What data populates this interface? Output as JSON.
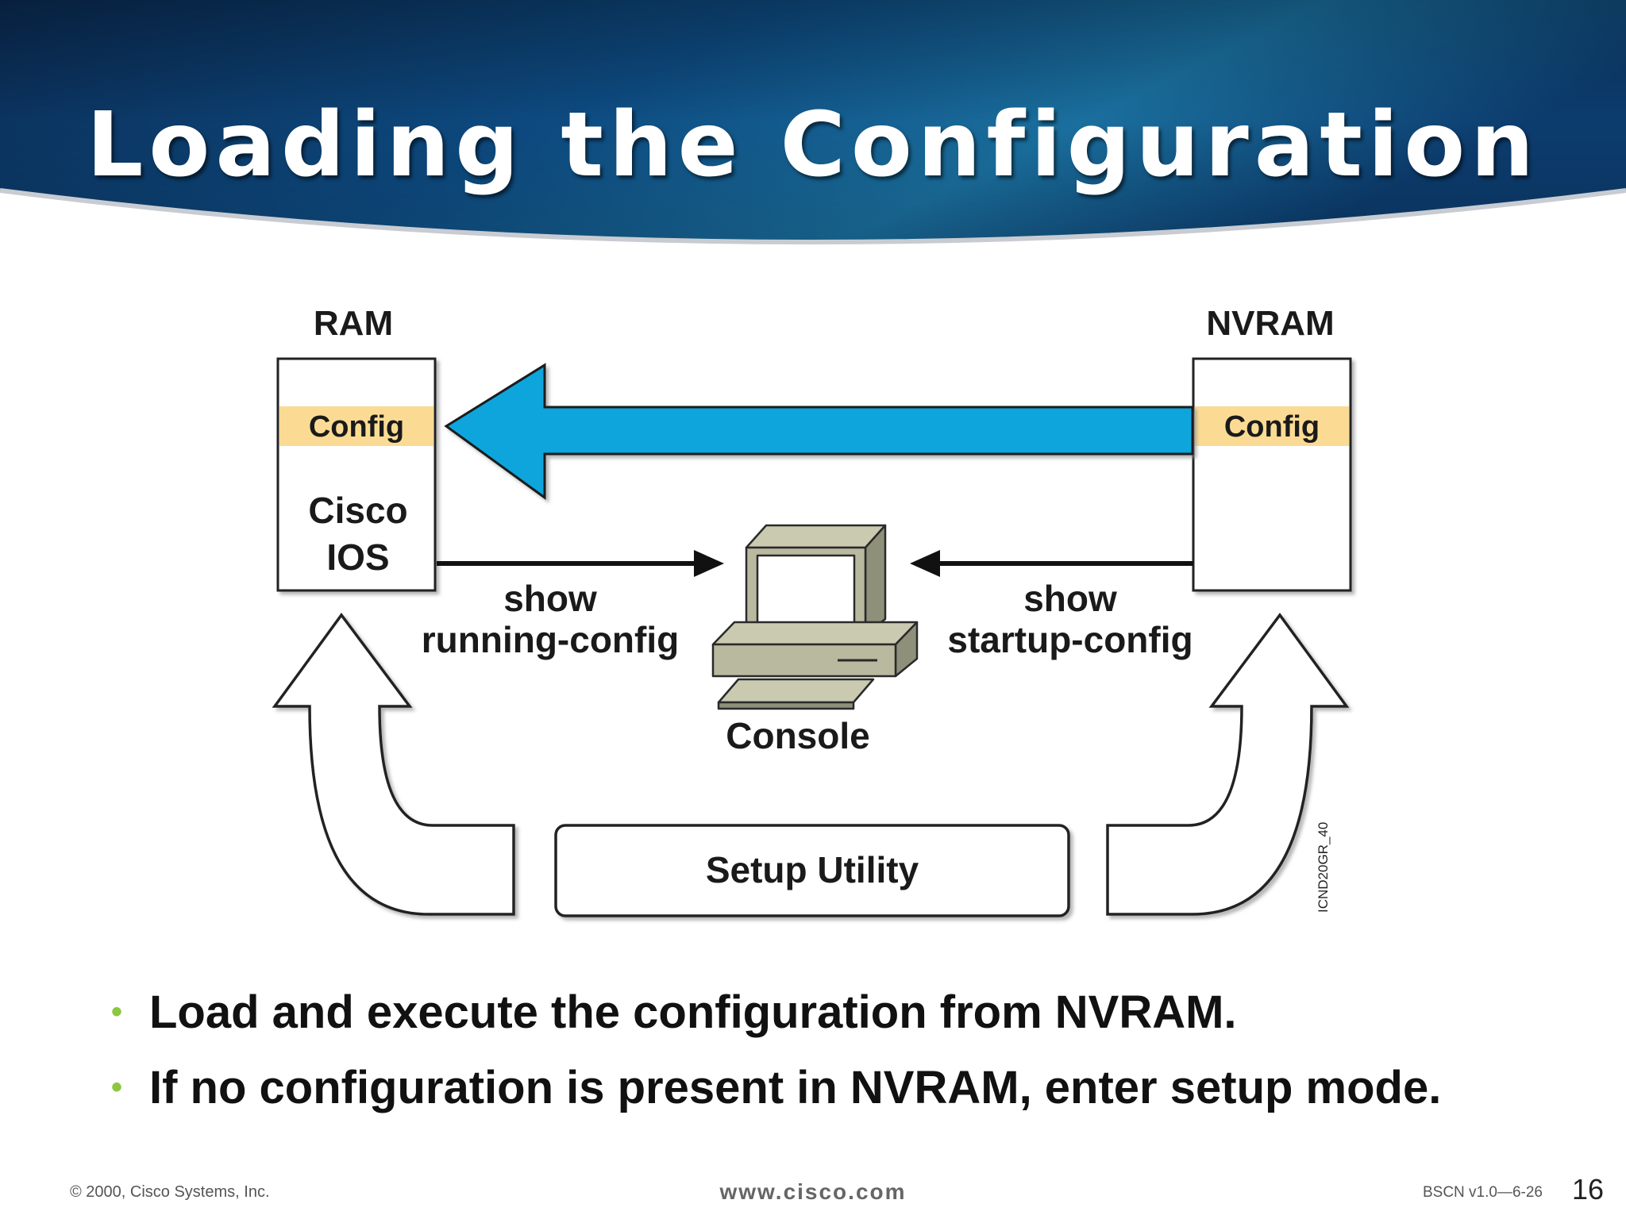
{
  "slide": {
    "title": "Loading the Configuration",
    "banner_color": "#0b3d6b",
    "accent_color": "#8dc63f"
  },
  "diagram": {
    "ram": {
      "heading": "RAM",
      "config_label": "Config",
      "os_line1": "Cisco",
      "os_line2": "IOS"
    },
    "nvram": {
      "heading": "NVRAM",
      "config_label": "Config"
    },
    "config_band_color": "#fbdb93",
    "load_arrow_color": "#0aa5dc",
    "console": {
      "label": "Console",
      "icon": "computer-icon"
    },
    "show_running": {
      "line1": "show",
      "line2": "running-config"
    },
    "show_startup": {
      "line1": "show",
      "line2": "startup-config"
    },
    "setup_utility": "Setup Utility",
    "figure_id": "ICND20GR_40"
  },
  "bullets": [
    "Load and execute the configuration from NVRAM.",
    "If no configuration is present in NVRAM, enter setup mode."
  ],
  "footer": {
    "copyright": "© 2000, Cisco Systems, Inc.",
    "website": "www.cisco.com",
    "course": "BSCN v1.0—6-26",
    "page": "16"
  }
}
